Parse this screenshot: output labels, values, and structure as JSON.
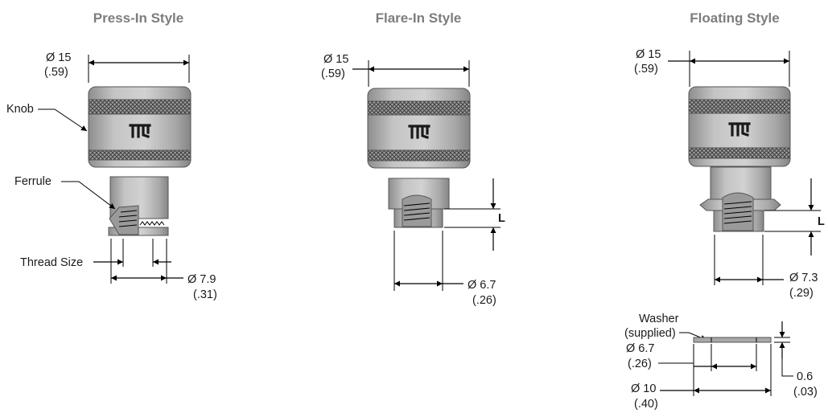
{
  "press_in": {
    "title": "Press-In Style",
    "diameter": "Ø 15",
    "diameter_in": "(.59)",
    "knob_label": "Knob",
    "ferrule_label": "Ferrule",
    "thread_label": "Thread Size",
    "base_diameter": "Ø 7.9",
    "base_diameter_in": "(.31)"
  },
  "flare_in": {
    "title": "Flare-In Style",
    "diameter": "Ø 15",
    "diameter_in": "(.59)",
    "length_label": "L",
    "base_diameter": "Ø 6.7",
    "base_diameter_in": "(.26)"
  },
  "floating": {
    "title": "Floating Style",
    "diameter": "Ø 15",
    "diameter_in": "(.59)",
    "length_label": "L",
    "base_diameter": "Ø 7.3",
    "base_diameter_in": "(.29)",
    "washer_label_1": "Washer",
    "washer_label_2": "(supplied)",
    "washer_inner": "Ø 6.7",
    "washer_inner_in": "(.26)",
    "washer_outer": "Ø 10",
    "washer_outer_in": "(.40)",
    "washer_thickness": "0.6",
    "washer_thickness_in": "(.03)"
  },
  "logo_icon": "pem-logo",
  "colors": {
    "title": "#7d7d7d",
    "metal": "#b4b4b4"
  }
}
